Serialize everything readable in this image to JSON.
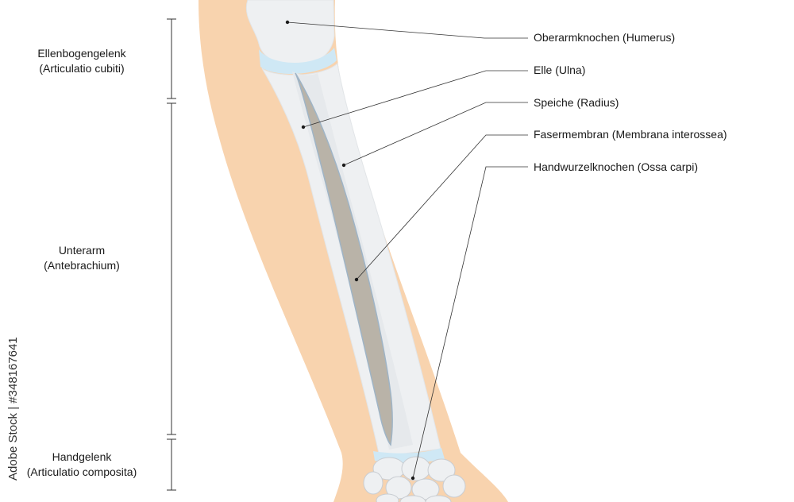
{
  "labels_right": [
    "Oberarmknochen (Humerus)",
    "Elle (Ulna)",
    "Speiche (Radius)",
    "Fasermembran (Membrana interossea)",
    "Handwurzelknochen (Ossa carpi)"
  ],
  "labels_left": {
    "elbow": {
      "line1": "Ellenbogengelenk",
      "line2": "(Articulatio cubiti)"
    },
    "forearm": {
      "line1": "Unterarm",
      "line2": "(Antebrachium)"
    },
    "wrist": {
      "line1": "Handgelenk",
      "line2": "(Articulatio composita)"
    }
  },
  "watermark": "Adobe Stock | #348167641",
  "colors": {
    "skin": "#f8d3ae",
    "bone": "#eef0f2",
    "cartilage": "#cfe8f5",
    "membrane": "#b9b3a8",
    "leader": "#333333"
  }
}
